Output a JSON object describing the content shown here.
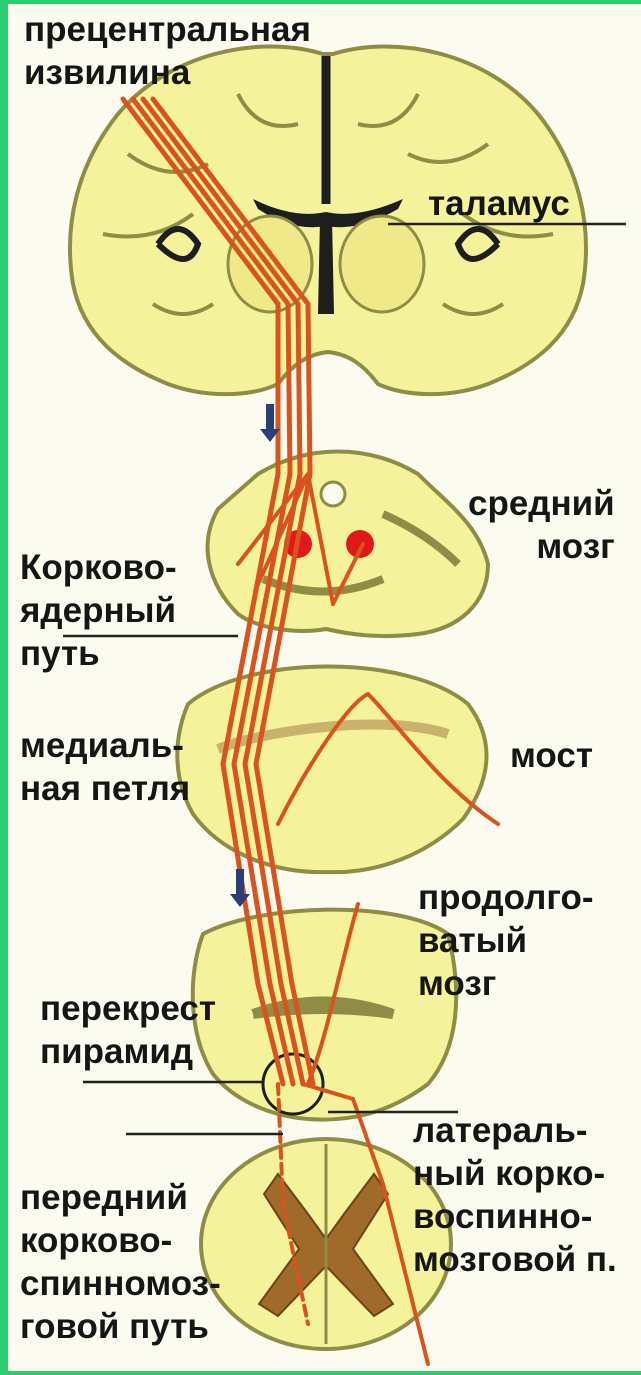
{
  "labels": {
    "precentral": "прецентральная\nизвилина",
    "thalamus": "таламус",
    "midbrain": "средний\nмозг",
    "corticonuclear": "Корково-\nядерный\nпуть",
    "medial_lemniscus": "медиаль-\nная петля",
    "pons": "мост",
    "medulla": "продолго-\nватый\nмозг",
    "decussation": "перекрест\nпирамид",
    "lateral_tract": "латераль-\nный корко-\nвоспинно-\nмозговой п.",
    "anterior_tract": "передний\nкорково-\nспинномоз-\nговой путь"
  },
  "colors": {
    "frame": "#2ecc71",
    "tissue": "#f5f29c",
    "tissue_outline": "#8f8c45",
    "tract": "#d9531e",
    "nucleus": "#e01818",
    "leader": "#222222",
    "ventricle": "#1e1e1e"
  }
}
